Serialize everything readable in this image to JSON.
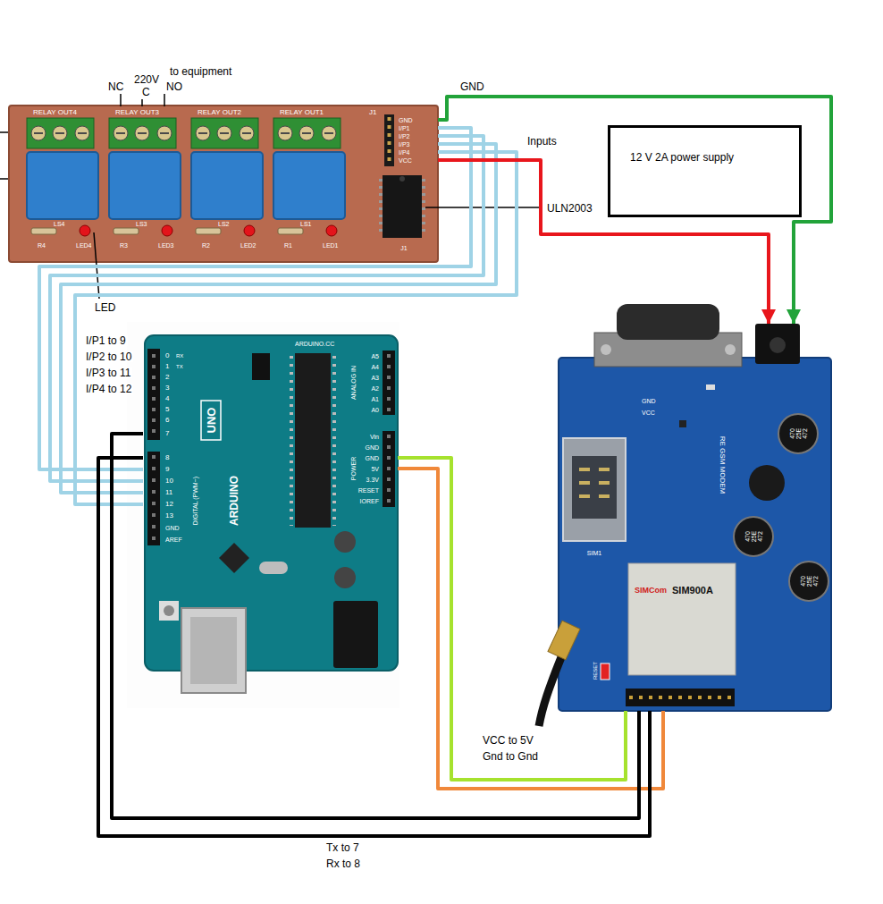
{
  "diagram": {
    "nodes": [
      {
        "text": [
          "RELAY OUT4",
          "RELAY OUT3",
          "RELAY OUT2",
          "RELAY OUT1",
          "J1",
          "GND",
          "I/P1",
          "I/P2",
          "I/P3",
          "I/P4",
          "VCC",
          "LS4",
          "LS3",
          "LS2",
          "LS1",
          "R4",
          "LED4",
          "R3",
          "LED3",
          "R2",
          "LED2",
          "R1",
          "LED1",
          "J1"
        ]
      },
      {
        "text": [
          "12 V 2A power supply"
        ]
      },
      {
        "text": [
          "ARDUINO.CC",
          "0",
          "RX",
          "1",
          "TX",
          "2",
          "3",
          "4",
          "5",
          "6",
          "7",
          "8",
          "9",
          "10",
          "11",
          "12",
          "13",
          "GND",
          "AREF",
          "DIGITAL (PWM~)",
          "UNO",
          "ARDUINO",
          "ANALOG IN",
          "A5",
          "A4",
          "A3",
          "A2",
          "A1",
          "A0",
          "POWER",
          "Vin",
          "GND",
          "GND",
          "5V",
          "3.3V",
          "RESET",
          "IOREF"
        ]
      },
      {
        "text": [
          "GND",
          "VCC",
          "470",
          "25E",
          "472",
          "RE GSM MODEM",
          "SIM1",
          "470",
          "25E",
          "472",
          "470",
          "25E",
          "472",
          "RESET",
          "SIMCom",
          "SIM900A"
        ]
      }
    ],
    "edges": [
      {
        "from": 0,
        "to": 2,
        "arrow": "none"
      },
      {
        "from": 0,
        "to": 2,
        "arrow": "none"
      },
      {
        "from": 0,
        "to": 2,
        "arrow": "none"
      },
      {
        "from": 0,
        "to": 2,
        "arrow": "none"
      },
      {
        "from": 0,
        "to": 3,
        "arrow": "to"
      },
      {
        "from": 0,
        "to": 3,
        "arrow": "to"
      },
      {
        "from": 2,
        "to": 3,
        "arrow": "none"
      },
      {
        "from": 2,
        "to": 3,
        "arrow": "none"
      },
      {
        "from": 3,
        "to": 2,
        "arrow": "none"
      },
      {
        "from": 3,
        "to": 2,
        "arrow": "none"
      }
    ],
    "labels": [
      "to equipment",
      "220V",
      "NC",
      "C",
      "NO",
      "GND",
      "Inputs",
      "ULN2003",
      "LED",
      "I/P1 to 9",
      "I/P2 to 10",
      "I/P3 to 11",
      "I/P4 to 12",
      "VCC to 5V",
      "Gnd to Gnd",
      "Tx to 7",
      "Rx to 8"
    ]
  }
}
